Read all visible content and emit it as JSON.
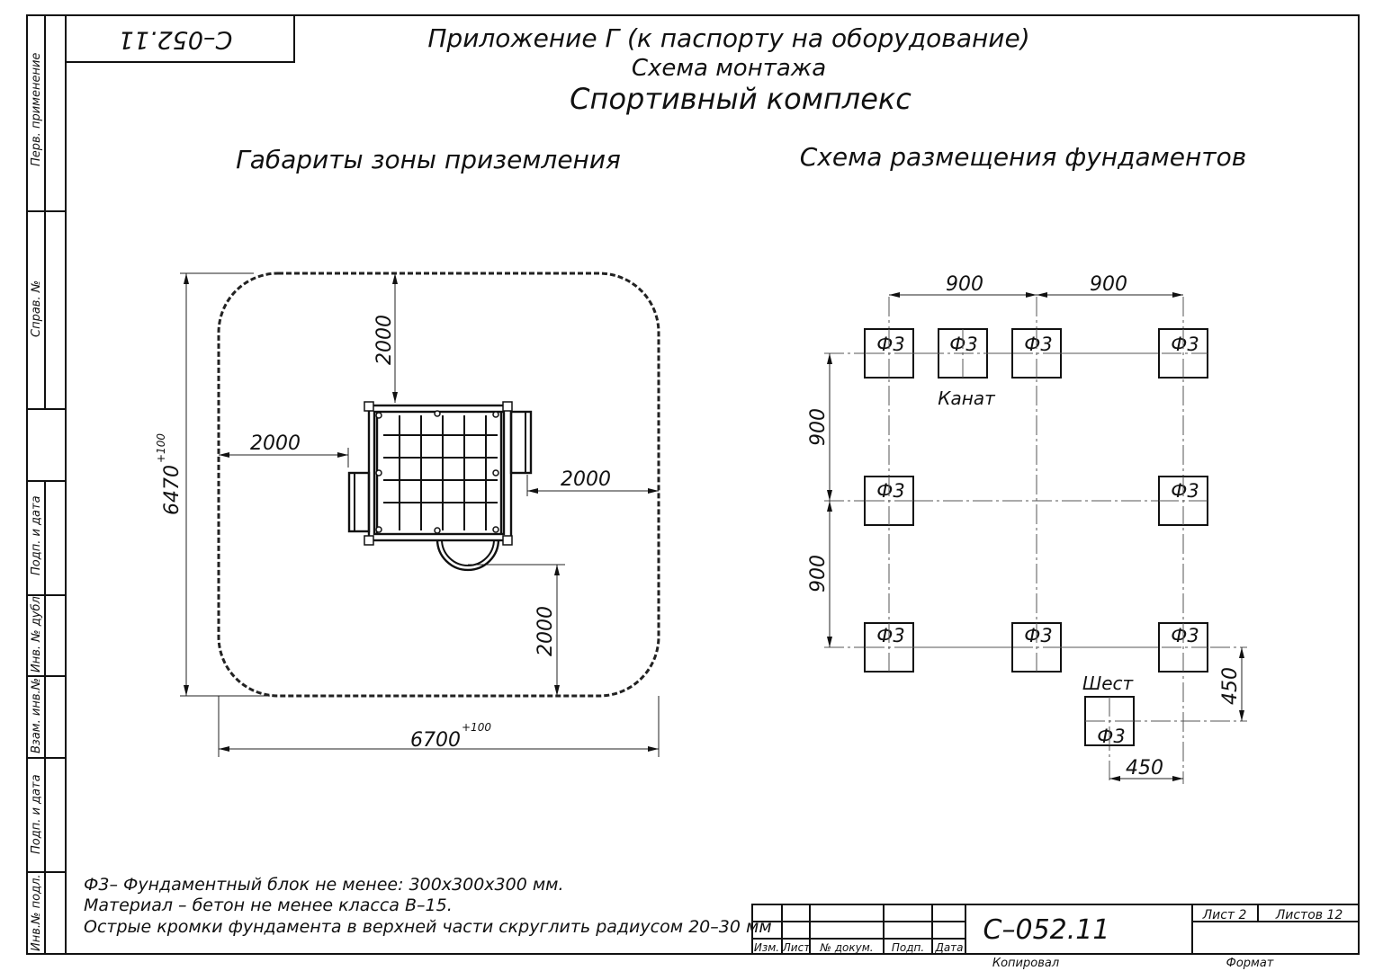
{
  "frame": {
    "code_box": "C–052.11",
    "side_labels": [
      "Перв. применение",
      "Справ. №",
      "Подп. и дата",
      "Инв. № дубл.",
      "Взам. инв.№",
      "Подп. и дата",
      "Инв.№ подл."
    ]
  },
  "header": {
    "line1": "Приложение Г (к паспорту на оборудование)",
    "line2": "Схема монтажа",
    "line3": "Спортивный комплекс"
  },
  "left_view": {
    "title": "Габариты зоны приземления",
    "dim_height": "6470",
    "dim_height_tol": "+100",
    "dim_width": "6700",
    "dim_width_tol": "+100",
    "dim_top": "2000",
    "dim_left": "2000",
    "dim_right": "2000",
    "dim_bottom": "2000"
  },
  "right_view": {
    "title": "Схема размещения фундаментов",
    "block_label": "Ф3",
    "dim_spacing_1": "900",
    "dim_spacing_2": "900",
    "dim_spacing_v1": "900",
    "dim_spacing_v2": "900",
    "rope_label": "Канат",
    "pole_label": "Шест",
    "dim_offset_v": "450",
    "dim_offset_h": "450"
  },
  "notes": [
    "Ф3– Фундаментный блок не менее: 300х300х300 мм.",
    "Материал – бетон не менее класса В–15.",
    "Острые кромки фундамента в верхней части скруглить радиусом 20–30 мм"
  ],
  "title_block": {
    "code": "C–052.11",
    "sheet": "Лист 2",
    "sheets": "Листов 12",
    "col_izm": "Изм.",
    "col_list": "Лист",
    "col_doc": "№ докум.",
    "col_sign": "Подп.",
    "col_date": "Дата",
    "copied": "Копировал",
    "format": "Формат"
  }
}
